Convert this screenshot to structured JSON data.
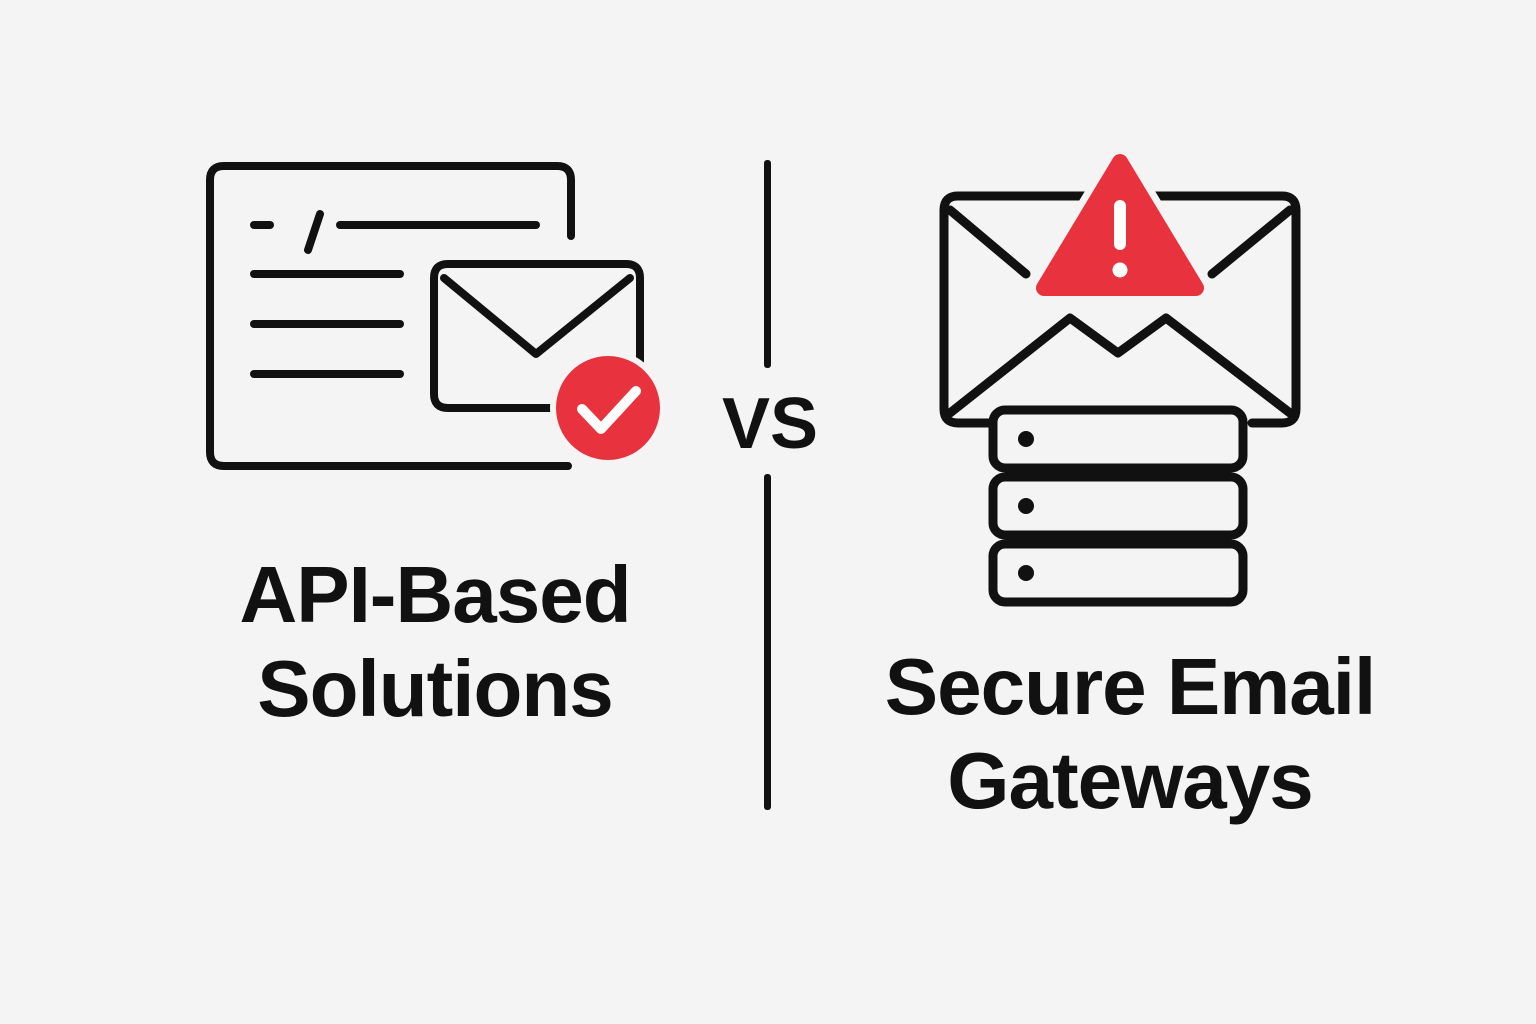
{
  "colors": {
    "background": "#f4f4f4",
    "ink": "#111111",
    "accent": "#e8333f",
    "accent_glyph": "#ffffff"
  },
  "left": {
    "title_line1": "API-Based",
    "title_line2": "Solutions",
    "icons": [
      "browser-window-icon",
      "envelope-icon",
      "checkmark-badge-icon"
    ]
  },
  "separator": {
    "label": "VS"
  },
  "right": {
    "title_line1": "Secure Email",
    "title_line2": "Gateways",
    "icons": [
      "envelope-icon",
      "warning-triangle-icon",
      "server-stack-icon"
    ]
  }
}
